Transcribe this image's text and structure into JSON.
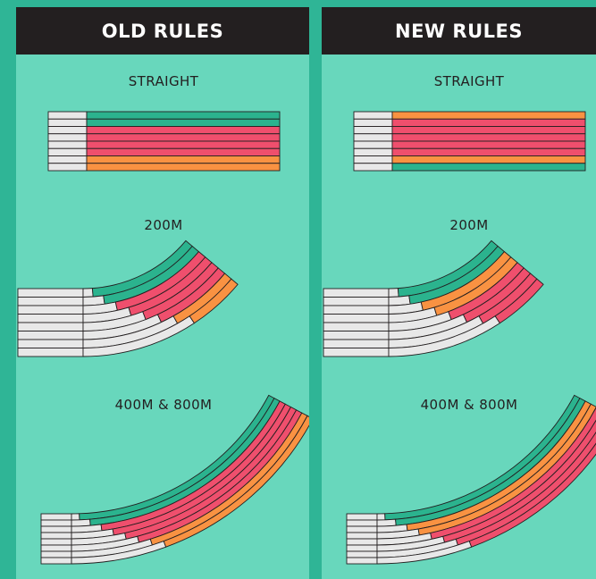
{
  "colors": {
    "background": "#2fb596",
    "panel": "#68d7bc",
    "header": "#231f20",
    "unused_lane": "#e8e8e8",
    "green_lane": "#2bb38e",
    "red_lane": "#ef4f6d",
    "orange_lane": "#f99242",
    "outline": "#231f20"
  },
  "panels": [
    {
      "title": "OLD RULES",
      "sections": {
        "straight": {
          "label": "STRAIGHT",
          "lanes": [
            "green",
            "green",
            "red",
            "red",
            "red",
            "red",
            "orange",
            "orange"
          ]
        },
        "curve_200m": {
          "label": "200M",
          "lanes": [
            "green",
            "green",
            "red",
            "red",
            "red",
            "red",
            "orange",
            "orange"
          ]
        },
        "curve_400m_800m": {
          "label": "400M & 800M",
          "lanes": [
            "green",
            "green",
            "red",
            "red",
            "red",
            "red",
            "orange",
            "orange"
          ]
        }
      }
    },
    {
      "title": "NEW RULES",
      "sections": {
        "straight": {
          "label": "STRAIGHT",
          "lanes": [
            "orange",
            "red",
            "red",
            "red",
            "red",
            "red",
            "orange",
            "green"
          ]
        },
        "curve_200m": {
          "label": "200M",
          "lanes": [
            "green",
            "green",
            "orange",
            "orange",
            "red",
            "red",
            "red",
            "red"
          ]
        },
        "curve_400m_800m": {
          "label": "400M & 800M",
          "lanes": [
            "green",
            "green",
            "orange",
            "orange",
            "red",
            "red",
            "red",
            "red"
          ]
        }
      }
    }
  ]
}
